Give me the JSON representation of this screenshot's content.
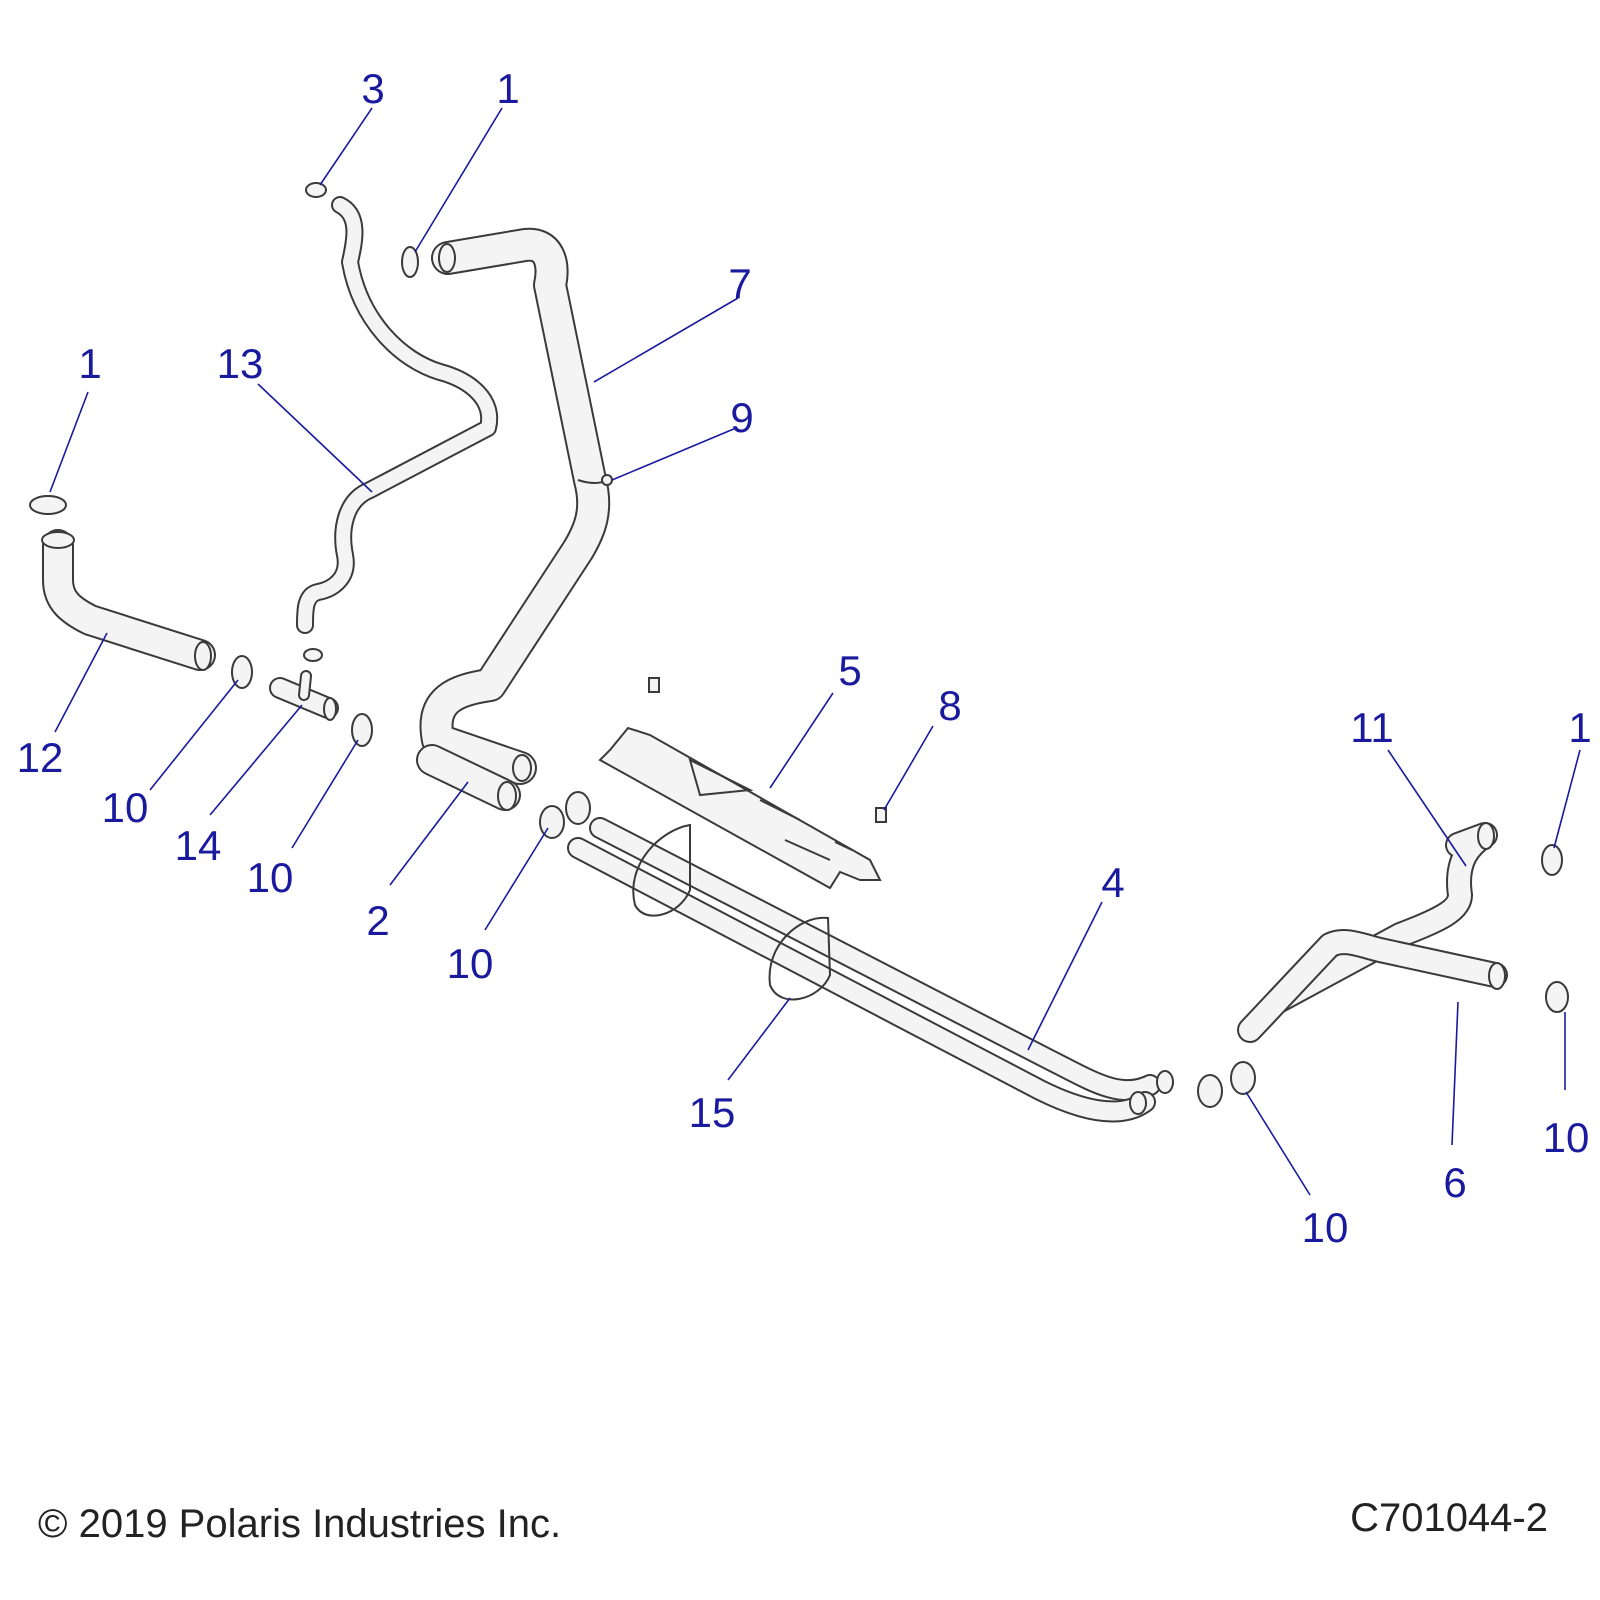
{
  "callouts": [
    {
      "id": "c-3",
      "label": "3"
    },
    {
      "id": "c-1-top",
      "label": "1"
    },
    {
      "id": "c-7",
      "label": "7"
    },
    {
      "id": "c-9",
      "label": "9"
    },
    {
      "id": "c-1-left",
      "label": "1"
    },
    {
      "id": "c-13",
      "label": "13"
    },
    {
      "id": "c-12",
      "label": "12"
    },
    {
      "id": "c-10-a",
      "label": "10"
    },
    {
      "id": "c-14",
      "label": "14"
    },
    {
      "id": "c-10-b",
      "label": "10"
    },
    {
      "id": "c-2",
      "label": "2"
    },
    {
      "id": "c-10-c",
      "label": "10"
    },
    {
      "id": "c-5",
      "label": "5"
    },
    {
      "id": "c-8",
      "label": "8"
    },
    {
      "id": "c-15",
      "label": "15"
    },
    {
      "id": "c-4",
      "label": "4"
    },
    {
      "id": "c-11",
      "label": "11"
    },
    {
      "id": "c-1-right",
      "label": "1"
    },
    {
      "id": "c-10-d",
      "label": "10"
    },
    {
      "id": "c-6",
      "label": "6"
    },
    {
      "id": "c-10-e",
      "label": "10"
    }
  ],
  "footer": {
    "copyright": "© 2019 Polaris Industries Inc.",
    "drawing_number": "C701044-2"
  }
}
